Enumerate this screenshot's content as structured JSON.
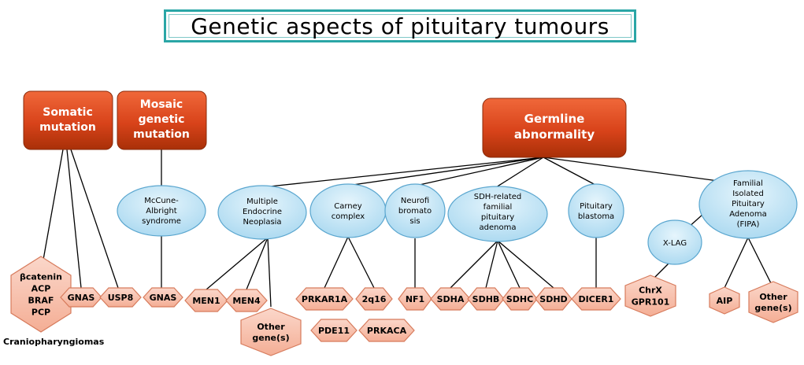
{
  "title": "Genetic aspects of pituitary tumours",
  "top_boxes": {
    "somatic": [
      "Somatic",
      "mutation"
    ],
    "mosaic": [
      "Mosaic",
      "genetic",
      "mutation"
    ],
    "germline": [
      "Germline",
      "abnormality"
    ]
  },
  "ellipses": {
    "mccune": [
      "McCune-",
      "Albright",
      "syndrome"
    ],
    "men": [
      "Multiple",
      "Endocrine",
      "Neoplasia"
    ],
    "carney": [
      "Carney",
      "complex"
    ],
    "nf": [
      "Neurofi",
      "bromato",
      "sis"
    ],
    "sdh": [
      "SDH-related",
      "familial",
      "pituitary",
      "adenoma"
    ],
    "blastoma": [
      "Pituitary",
      "blastoma"
    ],
    "fipa": [
      "Familial",
      "Isolated",
      "Pituitary",
      "Adenoma",
      "(FIPA)"
    ],
    "xlag": [
      "X-LAG"
    ]
  },
  "genes": {
    "cranio": [
      "βcatenin",
      "ACP",
      "BRAF",
      "PCP"
    ],
    "gnas1": "GNAS",
    "usp8": "USP8",
    "gnas2": "GNAS",
    "men1": "MEN1",
    "men4": "MEN4",
    "men_other": [
      "Other",
      "gene(s)"
    ],
    "prkar1a": "PRKAR1A",
    "q16": "2q16",
    "pde11": "PDE11",
    "prkaca": "PRKACA",
    "nf1": "NF1",
    "sdha": "SDHA",
    "sdhb": "SDHB",
    "sdhc": "SDHC",
    "sdhd": "SDHD",
    "dicer1": "DICER1",
    "chrx": [
      "ChrX",
      "GPR101"
    ],
    "aip": "AIP",
    "fipa_other": [
      "Other",
      "gene(s)"
    ]
  },
  "footnote": "Craniopharyngiomas",
  "colors": {
    "box_fill": "#d8431a",
    "box_dark": "#9a2a08",
    "ellipse_fill": "#bfe3f4",
    "ellipse_stroke": "#5aa6cf",
    "hex_fill": "#f9c4b2",
    "hex_stroke": "#d77b5c",
    "title_border": "#2aa6a6"
  }
}
